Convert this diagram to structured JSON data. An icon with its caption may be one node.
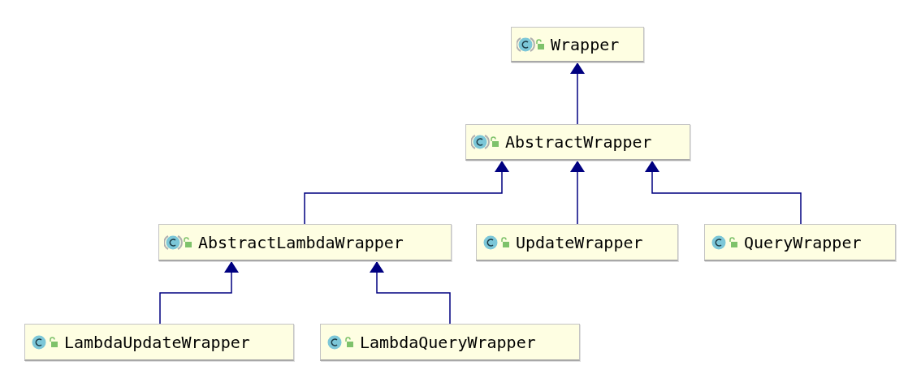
{
  "diagram": {
    "nodes": [
      {
        "text": [
          "Wrapper"
        ]
      },
      {
        "text": [
          "AbstractWrapper"
        ]
      },
      {
        "text": [
          "AbstractLambdaWrapper"
        ]
      },
      {
        "text": [
          "UpdateWrapper"
        ]
      },
      {
        "text": [
          "QueryWrapper"
        ]
      },
      {
        "text": [
          "LambdaUpdateWrapper"
        ]
      },
      {
        "text": [
          "LambdaQueryWrapper"
        ]
      }
    ],
    "edges": [
      {
        "from": 1,
        "to": 0,
        "arrow": "to"
      },
      {
        "from": 2,
        "to": 1,
        "arrow": "to"
      },
      {
        "from": 3,
        "to": 1,
        "arrow": "to"
      },
      {
        "from": 4,
        "to": 1,
        "arrow": "to"
      },
      {
        "from": 5,
        "to": 2,
        "arrow": "to"
      },
      {
        "from": 6,
        "to": 2,
        "arrow": "to"
      }
    ]
  }
}
